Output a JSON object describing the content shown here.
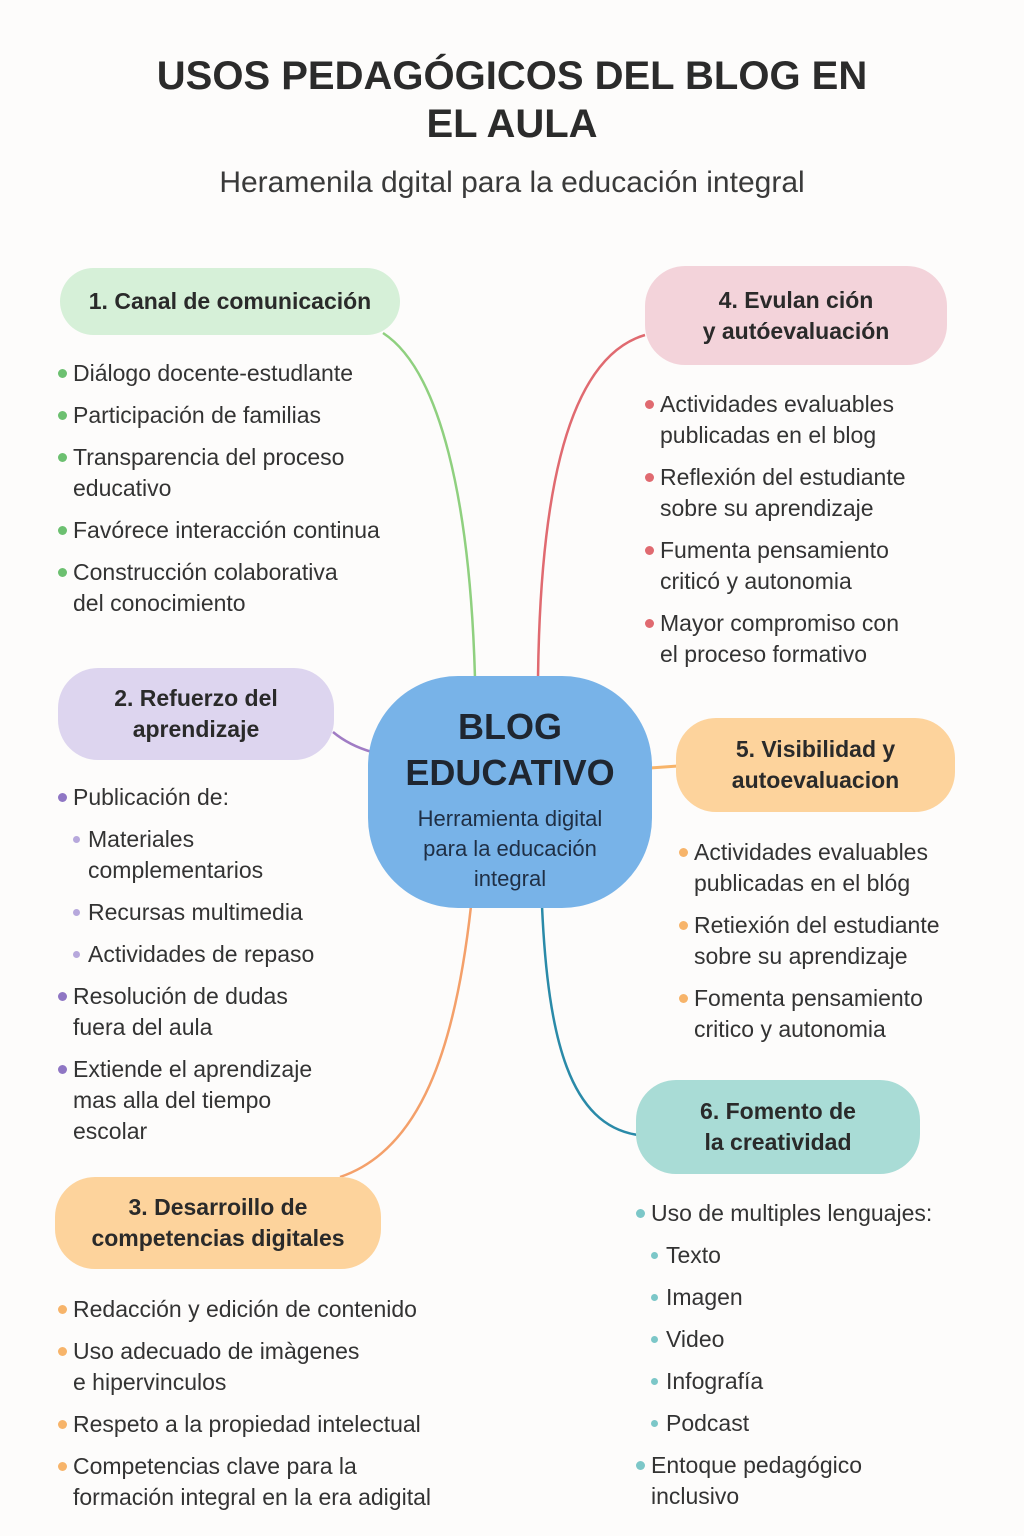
{
  "header": {
    "title": "USOS PEDAGÓGICOS DEL BLOG EN\nEL AULA",
    "subtitle": "Heramenila dgital para la educación integral"
  },
  "center": {
    "title": "BLOG\nEDUCATIVO",
    "subtitle": "Herramienta digital\npara la educación\nintegral",
    "color": "#78b3e8"
  },
  "branches": [
    {
      "label": "1. Canal de comunicación",
      "color": "#d6f0d8",
      "line": "#8fd07f",
      "dot": "#6cc070",
      "items": [
        {
          "text": "Diálogo docente-estudlante"
        },
        {
          "text": "Participación de familias"
        },
        {
          "text": "Transparencia del proceso\neducativo"
        },
        {
          "text": "Favórece interacción continua"
        },
        {
          "text": "Construcción colaborativa\ndel conocimiento"
        }
      ]
    },
    {
      "label": "2. Refuerzo del\naprendizaje",
      "color": "#ddd5ef",
      "line": "#a07cc4",
      "dot": "#8f76c4",
      "subdot": "#b7a8dc",
      "items": [
        {
          "text": "Publicación de:"
        },
        {
          "text": "Materiales\ncomplementarios",
          "sub": true
        },
        {
          "text": "Recursas multimedia",
          "sub": true
        },
        {
          "text": "Actividades de repaso",
          "sub": true
        },
        {
          "text": "Resolución de dudas\nfuera del aula"
        },
        {
          "text": "Extiende el aprendizaje\nmas alla del tiempo\nescolar"
        }
      ]
    },
    {
      "label": "3. Desarroillo de\ncompetencias digitales",
      "color": "#fdd39c",
      "line": "#f4a06a",
      "dot": "#f7b46a",
      "items": [
        {
          "text": "Redacción y edición de contenido"
        },
        {
          "text": "Uso adecuado de imàgenes\ne hipervinculos"
        },
        {
          "text": "Respeto a la propiedad intelectual"
        },
        {
          "text": "Competencias clave para la\nformación integral en la era adigital"
        }
      ]
    },
    {
      "label": "4. Evulan ción\ny autóevaluación",
      "color": "#f3d3da",
      "line": "#e06a70",
      "dot": "#e06a70",
      "items": [
        {
          "text": "Actividades evaluables\npublicadas en el blog"
        },
        {
          "text": "Reflexión del estudiante\nsobre su aprendizaje"
        },
        {
          "text": "Fumenta pensamiento\ncriticó y autonomia"
        },
        {
          "text": "Mayor compromiso con\nel proceso formativo"
        }
      ]
    },
    {
      "label": "5. Visibilidad y\nautoevaluacion",
      "color": "#fdd39c",
      "line": "#f7b46a",
      "dot": "#f7b46a",
      "items": [
        {
          "text": "Actividades evaluables\npublicadas en el blóg"
        },
        {
          "text": "Retiexión del estudiante\nsobre su aprendizaje"
        },
        {
          "text": "Fomenta pensamiento\ncritico y autonomia"
        }
      ]
    },
    {
      "label": "6. Fomento de\nla creatividad",
      "color": "#a9dcd6",
      "line": "#2a8aa8",
      "dot": "#7cc7c8",
      "items": [
        {
          "text": "Uso de multiples lenguajes:"
        },
        {
          "text": "Texto",
          "sub": true
        },
        {
          "text": "Imagen",
          "sub": true
        },
        {
          "text": "Video",
          "sub": true
        },
        {
          "text": "Infografía",
          "sub": true
        },
        {
          "text": "Podcast",
          "sub": true
        },
        {
          "text": "Entoque pedagógico\ninclusivo"
        }
      ]
    }
  ]
}
